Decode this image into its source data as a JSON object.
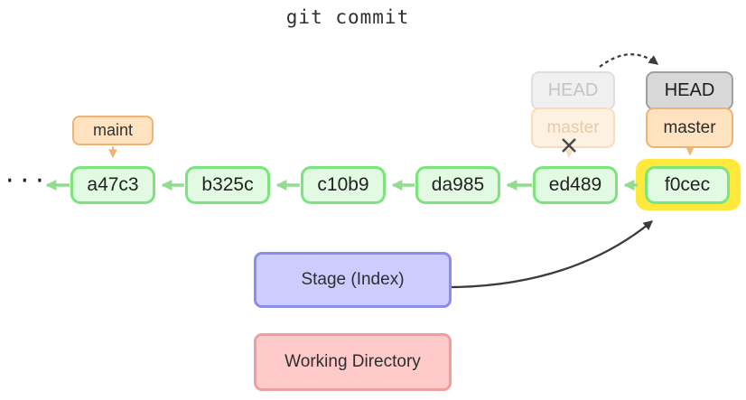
{
  "title": "git commit",
  "ellipsis": "···",
  "commits": [
    {
      "id": "a47c3"
    },
    {
      "id": "b325c"
    },
    {
      "id": "c10b9"
    },
    {
      "id": "da985"
    },
    {
      "id": "ed489"
    },
    {
      "id": "f0cec"
    }
  ],
  "refs": {
    "maint": "maint",
    "old_head": "HEAD",
    "old_master": "master",
    "new_head": "HEAD",
    "new_master": "master"
  },
  "areas": {
    "stage": "Stage (Index)",
    "working_directory": "Working Directory"
  },
  "colors": {
    "commit-fill": "#e2fae2",
    "commit-border": "#7ce47c",
    "commit-arrow": "#8fdd8f",
    "branch-fill": "#ffe2bf",
    "branch-border": "#f0b274",
    "head-fill": "#d8d8d8",
    "head-border": "#a0a0a0",
    "faded-head-fill": "#f0f0f0",
    "faded-head-border": "#dedede",
    "faded-head-text": "#c4c4c4",
    "faded-branch-fill": "#fdf1e2",
    "faded-branch-border": "#f7ddc0",
    "faded-branch-text": "#e9cba6",
    "highlight-yellow": "#ffe93c",
    "stage-fill": "#ccccff",
    "stage-border": "#8c8cea",
    "working-fill": "#ffcaca",
    "working-border": "#ef9d9d",
    "ink": "#3c3c3c"
  }
}
